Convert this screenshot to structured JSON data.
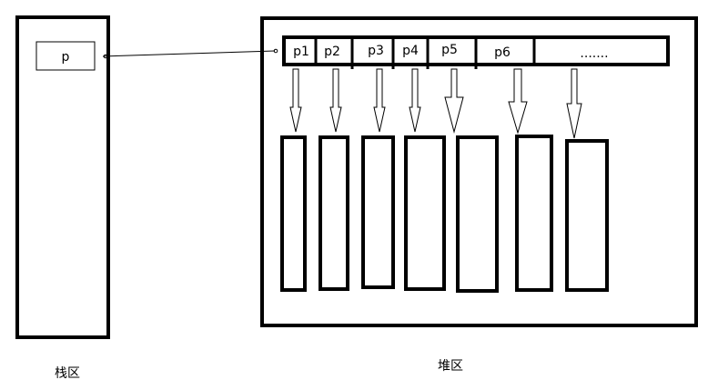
{
  "stack": {
    "area_label": "栈区",
    "pointer_label": "p"
  },
  "heap": {
    "area_label": "堆区",
    "pointers": [
      "p1",
      "p2",
      "p3",
      "p4",
      "p5",
      "p6",
      "......."
    ]
  }
}
